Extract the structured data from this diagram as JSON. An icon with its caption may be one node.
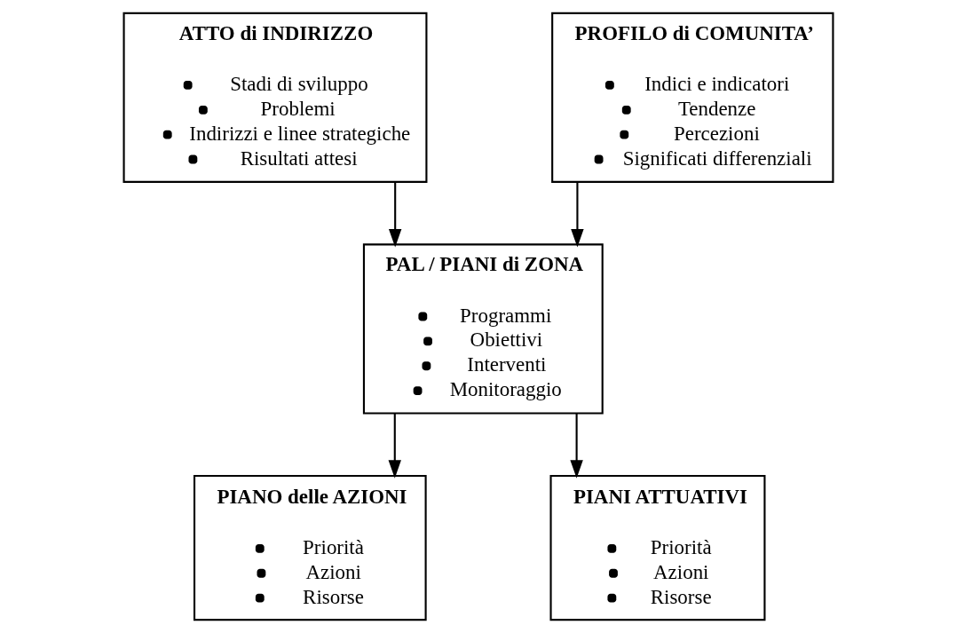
{
  "diagram": {
    "nodes": [
      {
        "text": [
          "ATTO di INDIRIZZO",
          "Stadi di sviluppo",
          "Problemi",
          "Indirizzi e linee strategiche",
          "Risultati attesi"
        ]
      },
      {
        "text": [
          "PROFILO di COMUNITA’",
          "Indici e indicatori",
          "Tendenze",
          "Percezioni",
          "Significati differenziali"
        ]
      },
      {
        "text": [
          "PAL / PIANI di ZONA",
          "Programmi",
          "Obiettivi",
          "Interventi",
          "Monitoraggio"
        ]
      },
      {
        "text": [
          "PIANO delle AZIONI",
          "Priorità",
          "Azioni",
          "Risorse"
        ]
      },
      {
        "text": [
          "PIANI ATTUATIVI",
          "Priorità",
          "Azioni",
          "Risorse"
        ]
      }
    ],
    "edges": [
      {
        "from": 0,
        "to": 2,
        "arrow": "to"
      },
      {
        "from": 1,
        "to": 2,
        "arrow": "to"
      },
      {
        "from": 2,
        "to": 3,
        "arrow": "to"
      },
      {
        "from": 2,
        "to": 4,
        "arrow": "to"
      }
    ]
  }
}
